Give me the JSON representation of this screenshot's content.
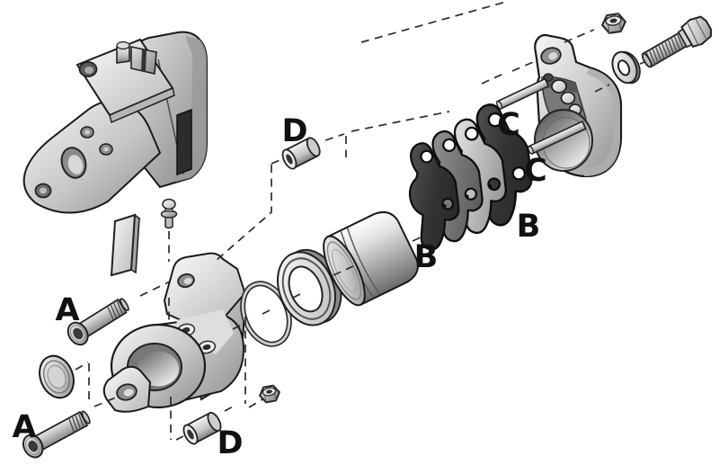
{
  "figure": {
    "type": "exploded-parts-diagram",
    "subject": "disc-brake-caliper-assembly",
    "background_color": "#ffffff",
    "outline_color": "#1a1a1a",
    "label_color": "#111111",
    "dash_color": "#2b2b2b",
    "metal_light": "#f4f4f4",
    "metal_dark": "#7e7e7e",
    "pad_dark": "#2e2e2e",
    "callouts": {
      "a_upper": "A",
      "a_lower": "A",
      "b_lower": "B",
      "b_right": "B",
      "c_upper": "C",
      "c_lower": "C",
      "d_upper": "D",
      "d_lower": "D"
    },
    "part_names": [
      "assembled-caliper-view",
      "guide-bolt-a-upper",
      "guide-bolt-a-lower",
      "end-cap",
      "pad-retainer-key",
      "bleeder-screw",
      "caliper-inner-half",
      "o-ring-seal",
      "piston-boot-seal",
      "piston",
      "brake-pad-set",
      "caliper-outer-half",
      "guide-pin-c-upper",
      "guide-pin-c-lower",
      "flat-washer",
      "hex-bolt",
      "hex-nut-upper",
      "hex-nut-lower",
      "spacer-bushing-d-upper",
      "spacer-bushing-d-lower"
    ]
  }
}
